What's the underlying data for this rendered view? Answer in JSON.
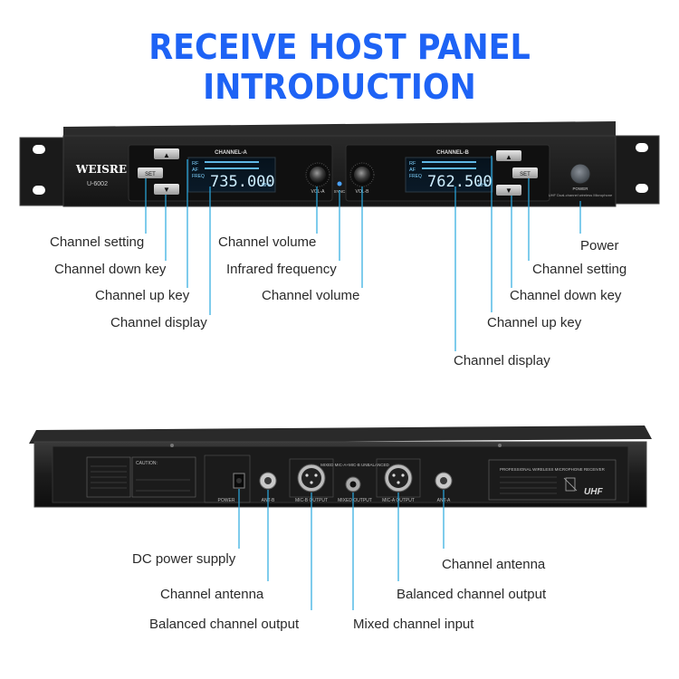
{
  "title": "RECEIVE HOST PANEL INTRODUCTION",
  "colors": {
    "accent": "#1e63f5",
    "leader": "#2aa9e0",
    "lcd": "#7fd3ff"
  },
  "front_panel": {
    "brand": "WEISRE",
    "model": "U-6002",
    "channel_a_title": "CHANNEL-A",
    "channel_b_title": "CHANNEL-B",
    "freq_a": "735.000",
    "freq_b": "762.500",
    "mhz": "MHz",
    "lcd_rf": "RF",
    "lcd_af": "AF",
    "lcd_freq": "FREQ",
    "set": "SET",
    "up": "▲",
    "down": "▼",
    "vol_a": "VOL-A",
    "vol_b": "VOL-B",
    "sync": "SYNC",
    "power": "POWER",
    "uhf_note": "UHF Dual-channel wireless Microphone"
  },
  "back_panel": {
    "caution": "CAUTION:",
    "power_label": "POWER",
    "ant_b": "ANT-B",
    "ant_a": "ANT-A",
    "mic_b_output": "MIC-B OUTPUT",
    "mic_a_output": "MIC-A OUTPUT",
    "mixed_output": "MIXED OUTPUT",
    "mixed_title": "MIXED MIC-A+MIC-B UNBALANCED",
    "spec_title": "PROFESSIONAL WIRELESS MICROPHONE RECEIVER",
    "uhf": "UHF"
  },
  "front_labels": {
    "channel_setting_left": "Channel setting",
    "channel_down_key_left": "Channel down key",
    "channel_up_key_left": "Channel up key",
    "channel_display_left": "Channel display",
    "channel_volume_top": "Channel volume",
    "infrared_frequency": "Infrared frequency",
    "channel_volume_bottom": "Channel volume",
    "power": "Power",
    "channel_setting_right": "Channel setting",
    "channel_down_key_right": "Channel down key",
    "channel_up_key_right": "Channel up key",
    "channel_display_right": "Channel display"
  },
  "back_labels": {
    "dc_power_supply": "DC power supply",
    "channel_antenna_left": "Channel antenna",
    "balanced_output_left": "Balanced channel output",
    "mixed_channel_input": "Mixed channel input",
    "channel_antenna_right": "Channel antenna",
    "balanced_output_right": "Balanced channel output"
  }
}
